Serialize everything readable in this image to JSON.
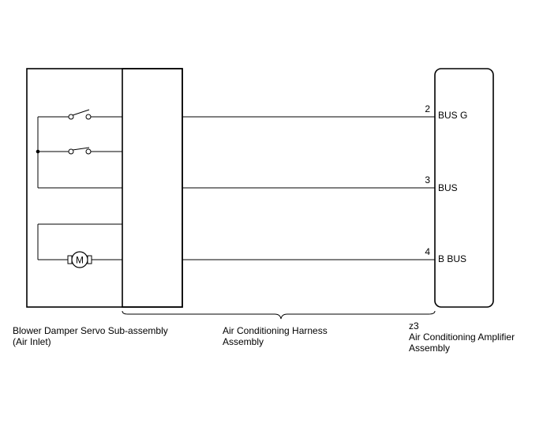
{
  "servo": {
    "name_line1": "Blower Damper Servo Sub-assembly",
    "name_line2": "(Air Inlet)",
    "motor_symbol": "M"
  },
  "harness": {
    "name_line1": "Air Conditioning Harness",
    "name_line2": "Assembly"
  },
  "amplifier": {
    "connector": "z3",
    "name_line1": "Air Conditioning Amplifier",
    "name_line2": "Assembly"
  },
  "wires": [
    {
      "pin": "2",
      "terminal": "BUS G"
    },
    {
      "pin": "3",
      "terminal": "BUS"
    },
    {
      "pin": "4",
      "terminal": "B BUS"
    }
  ]
}
